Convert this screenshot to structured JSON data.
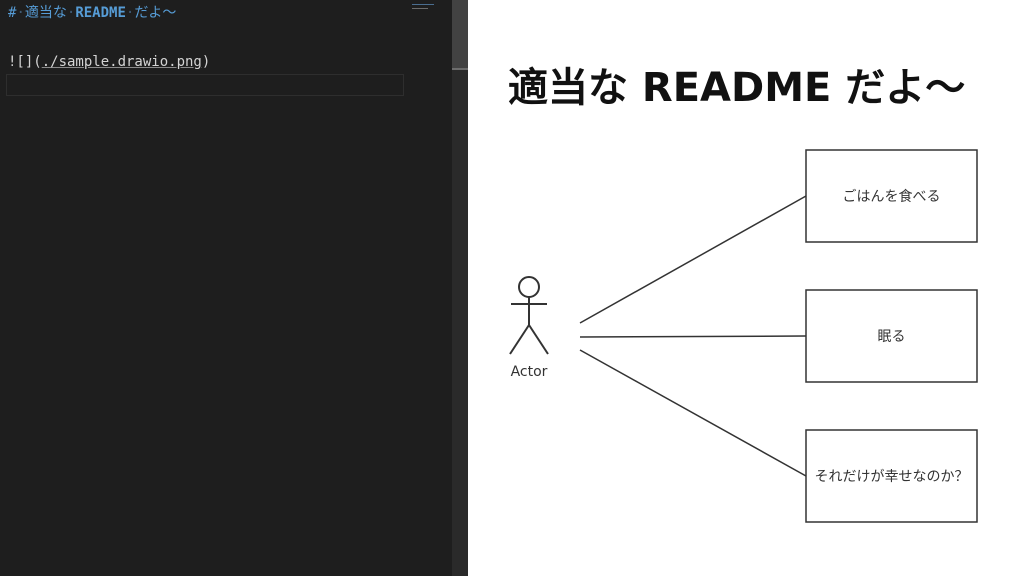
{
  "editor": {
    "heading_hash": "#",
    "heading_space_marker": "·",
    "heading_word_1": "適当な",
    "heading_word_2": "README",
    "heading_word_3": "だよ〜",
    "image_line_prefix": "![](",
    "image_path": "./sample.drawio.png",
    "image_line_suffix": ")"
  },
  "preview": {
    "title": "適当な README だよ〜",
    "diagram": {
      "actor_label": "Actor",
      "use_cases": [
        "ごはんを食べる",
        "眠る",
        "それだけが幸せなのか？"
      ]
    }
  },
  "colors": {
    "editor_bg": "#1e1e1e",
    "heading_blue": "#569cd6",
    "preview_bg": "#ffffff",
    "diagram_stroke": "#333333"
  }
}
